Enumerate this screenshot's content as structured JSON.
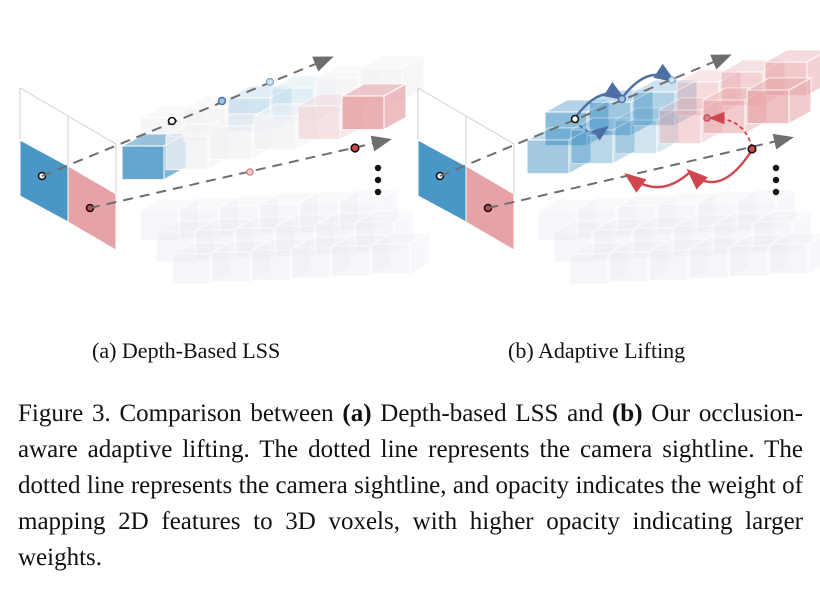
{
  "figure": {
    "panels": [
      {
        "id": "a",
        "subcaption": "(a) Depth-Based LSS"
      },
      {
        "id": "b",
        "subcaption": "(b) Adaptive Lifting"
      }
    ],
    "colors": {
      "blue": "#4a96c6",
      "pink": "#e6a2a6",
      "blue_light": "#bcd8ea",
      "pink_light": "#f3d0d2",
      "ghost": "#ece9f2",
      "sightline": "#6e6e6e",
      "hop_blue": "#4d6fa3",
      "hop_red": "#d0464e"
    }
  },
  "caption": {
    "prefix": "Figure 3. Comparison between ",
    "a_tag": "(a)",
    "a_text": " Depth-based LSS and ",
    "b_tag": "(b)",
    "rest": " Our occlusion-aware adaptive lifting.  The dotted line represents the camera sightline. The dotted line represents the camera sightline, and opacity indicates the weight of mapping 2D features to 3D voxels, with higher opacity indicating larger weights."
  }
}
